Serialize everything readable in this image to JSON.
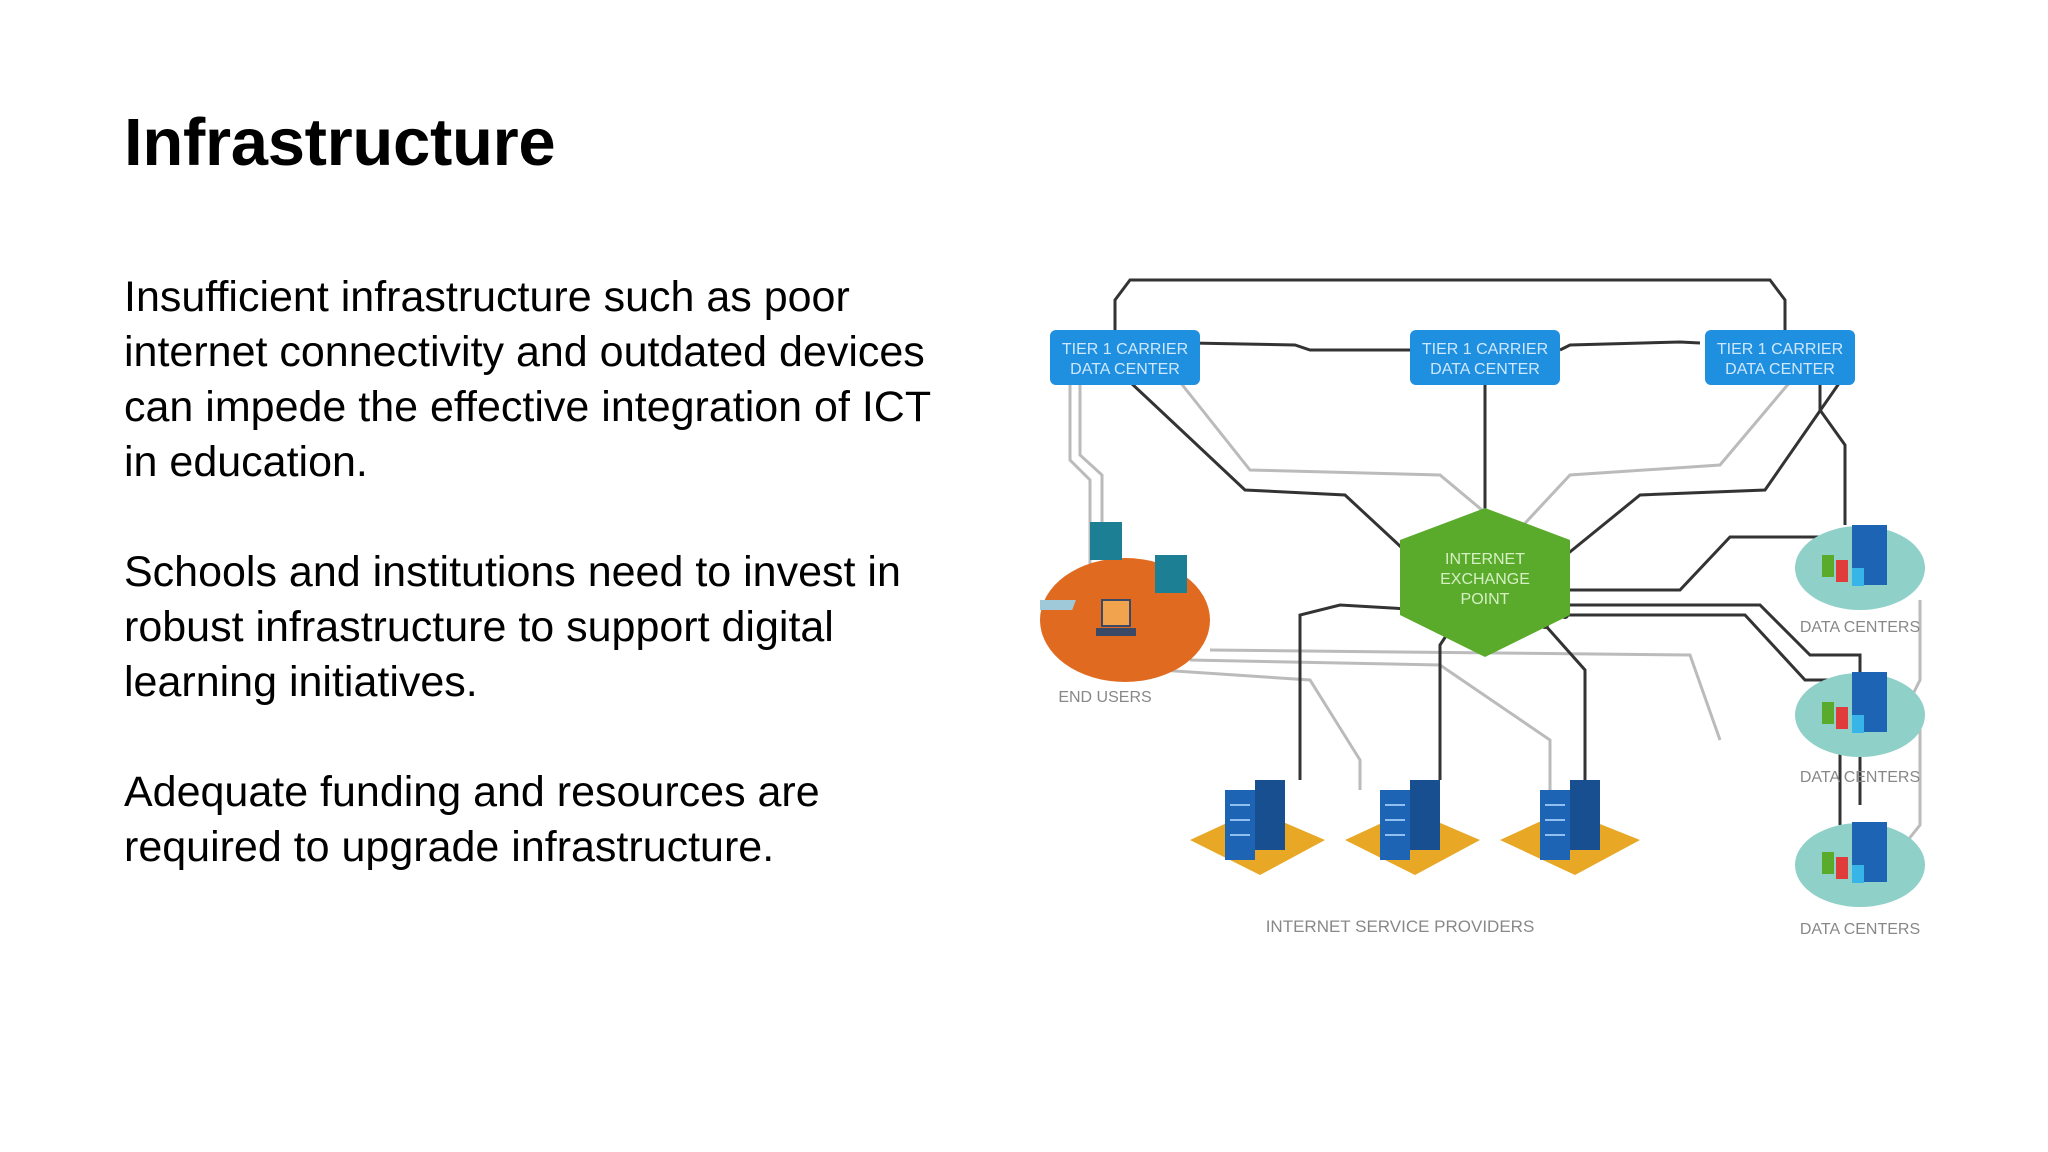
{
  "slide": {
    "title": "Infrastructure",
    "paragraphs": [
      "Insufficient infrastructure such as poor\ninternet connectivity and outdated devices\ncan impede the effective integration of ICT\nin education.",
      "Schools and institutions need to invest in\nrobust infrastructure to support digital\nlearning initiatives.",
      "Adequate funding and resources are\nrequired to upgrade infrastructure."
    ]
  },
  "diagram": {
    "tier1_line1": "TIER 1 CARRIER",
    "tier1_line2": "DATA CENTER",
    "ixp_line1": "INTERNET",
    "ixp_line2": "EXCHANGE",
    "ixp_line3": "POINT",
    "end_users": "END USERS",
    "isp": "INTERNET SERVICE PROVIDERS",
    "data_centers": "DATA CENTERS",
    "colors": {
      "tier1": "#1f8fe0",
      "ixp": "#5aab2c",
      "end_users": "#e06a1f",
      "isp_base": "#e8a826",
      "dc_base": "#8fd0c8",
      "server": "#1d64b5",
      "line_dark": "#333333",
      "line_light": "#bbbbbb"
    }
  }
}
